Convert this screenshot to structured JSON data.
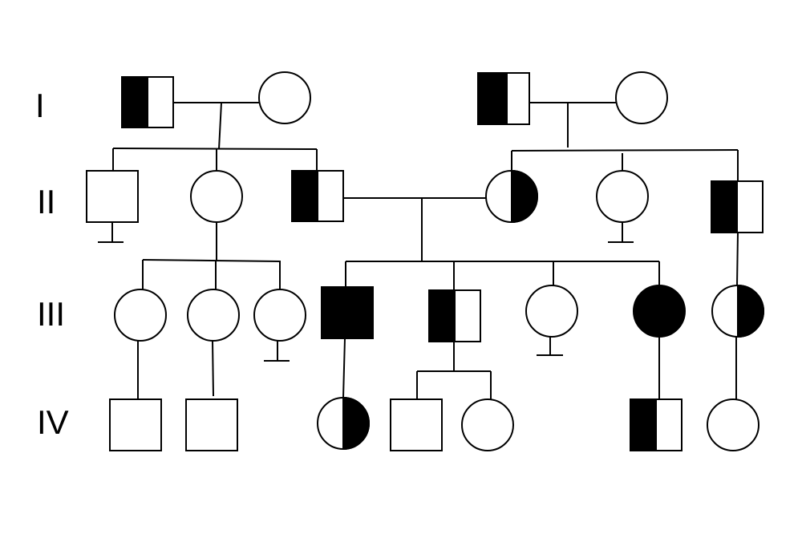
{
  "generations": [
    "I",
    "II",
    "III",
    "IV"
  ]
}
